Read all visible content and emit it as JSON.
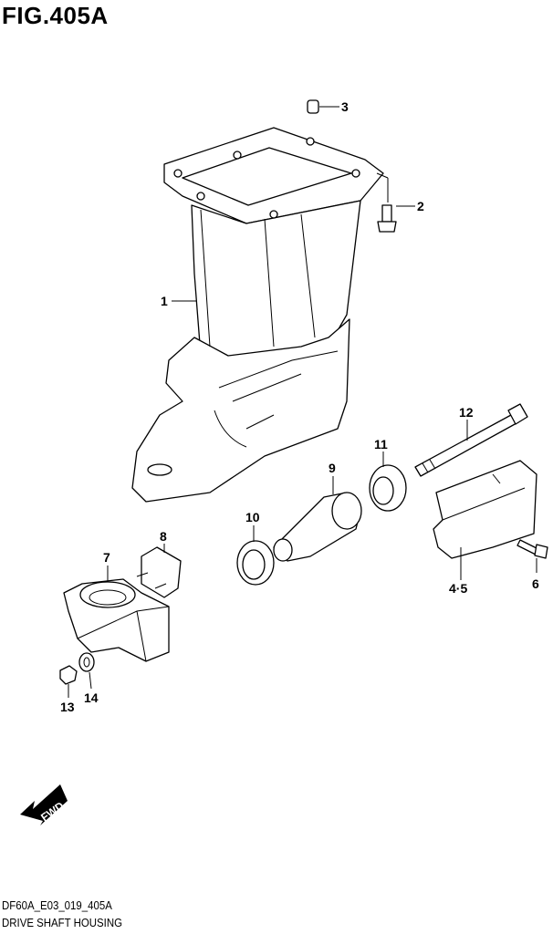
{
  "figure": {
    "title": "FIG.405A",
    "code": "DF60A_E03_019_405A",
    "description": "DRIVE SHAFT HOUSING"
  },
  "fwd_arrow": {
    "label": "FWD",
    "icon": "fwd-arrow-icon"
  },
  "callouts": {
    "c1": "1",
    "c2": "2",
    "c3": "3",
    "c45": "4·5",
    "c6": "6",
    "c7": "7",
    "c8": "8",
    "c9": "9",
    "c10": "10",
    "c11": "11",
    "c12": "12",
    "c13": "13",
    "c14": "14"
  }
}
